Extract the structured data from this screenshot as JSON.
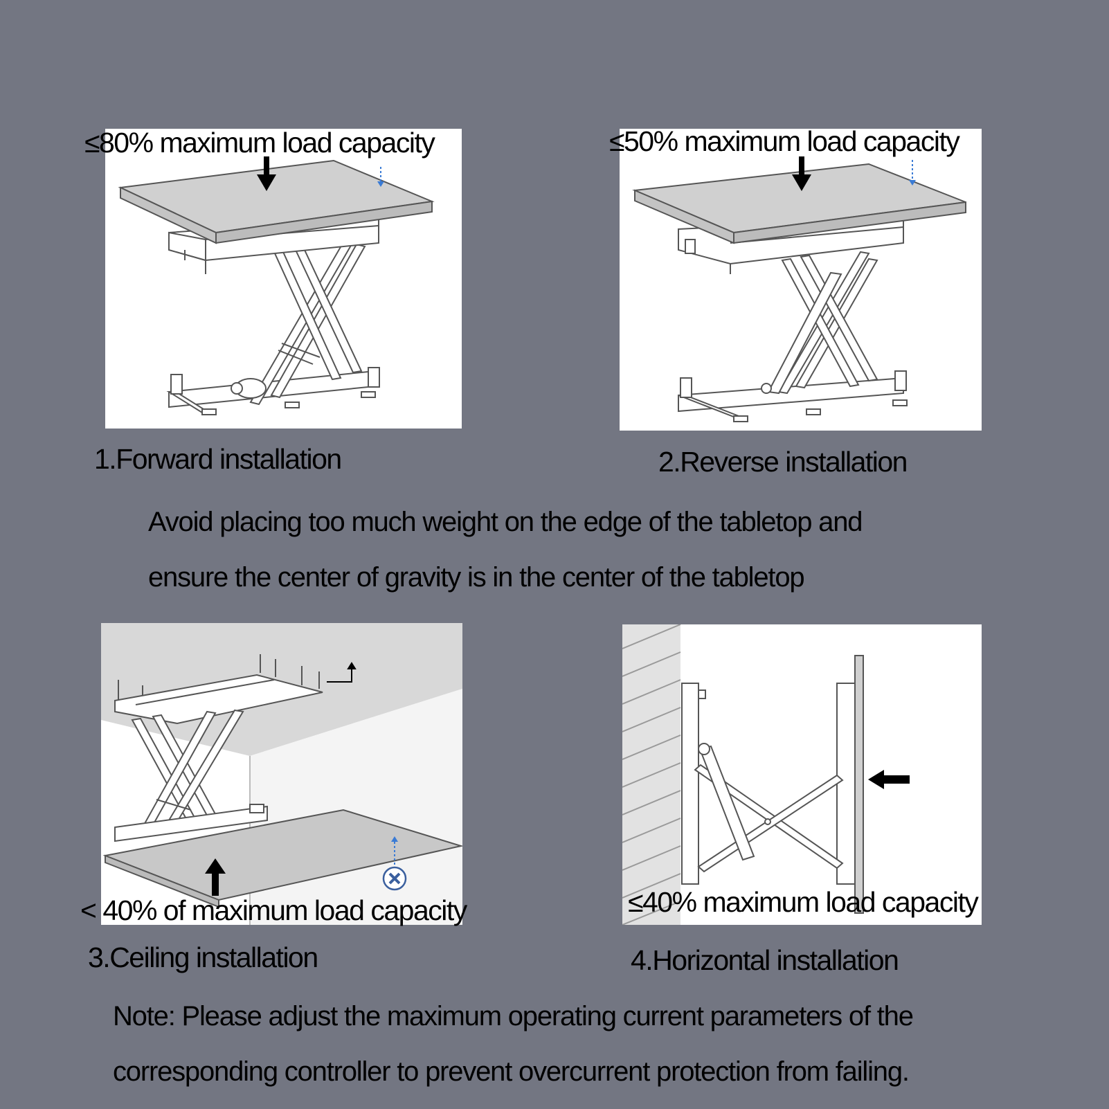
{
  "panels": [
    {
      "capacity_text": "≤80% maximum load capacity",
      "label": "1.Forward installation"
    },
    {
      "capacity_text": "≤50% maximum load capacity",
      "label": "2.Reverse installation"
    },
    {
      "capacity_text": "< 40% of maximum load capacity",
      "label": "3.Ceiling installation"
    },
    {
      "capacity_text": "≤40% maximum load capacity",
      "label": "4.Horizontal installation"
    }
  ],
  "center_advice": {
    "line1": "Avoid placing too much weight on the edge of the tabletop and",
    "line2": "ensure the center of gravity is in the center of the tabletop"
  },
  "note": {
    "line1": "Note: Please adjust the maximum operating current parameters of the",
    "line2": "corresponding controller to prevent overcurrent protection from failing."
  },
  "colors": {
    "background": "#737682",
    "panel": "#ffffff",
    "tabletop": "#d0d0d0",
    "frame_stroke": "#555555",
    "dashed_arrow": "#3a7bd5",
    "load_arrow": "#000000"
  },
  "icons": [
    "load-arrow-icon",
    "dashed-edge-arrow-icon",
    "prohibited-x-icon",
    "side-push-arrow-icon"
  ]
}
